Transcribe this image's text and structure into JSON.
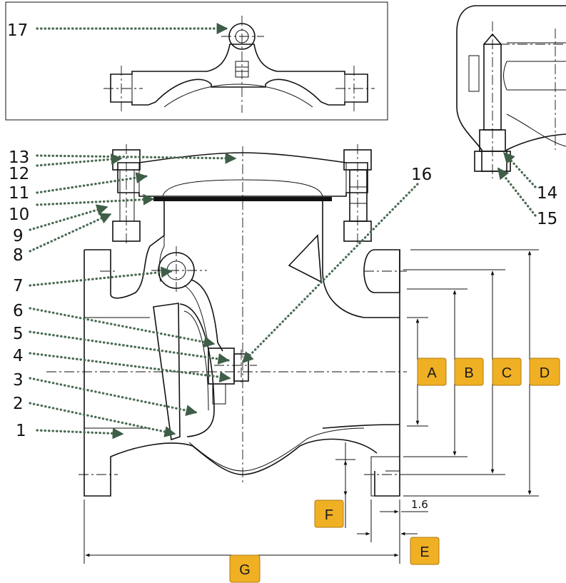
{
  "diagram": {
    "part_numbers": [
      "1",
      "2",
      "3",
      "4",
      "5",
      "6",
      "7",
      "8",
      "9",
      "10",
      "11",
      "12",
      "13",
      "14",
      "15",
      "16",
      "17"
    ],
    "dimension_labels": {
      "a": "A",
      "b": "B",
      "c": "C",
      "d": "D",
      "e": "E",
      "f": "F",
      "g": "G",
      "raised_face": "1.6"
    },
    "colors": {
      "leader": "#4a6b52",
      "arrow": "#3f5e48",
      "label_fill": "#f0b024",
      "label_stroke": "#b07a10",
      "line": "#111111"
    }
  }
}
